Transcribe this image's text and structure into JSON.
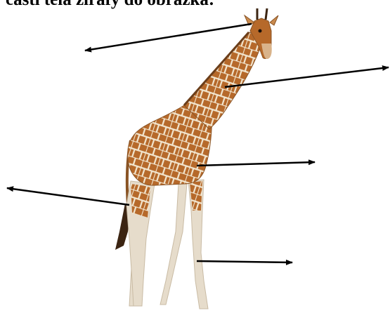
{
  "heading": {
    "text": "časti tela žirafy do obrázka:"
  },
  "colors": {
    "background": "#ffffff",
    "arrow": "#000000",
    "giraffe_coat": "#b6692a",
    "giraffe_lines": "#f2e6cf",
    "giraffe_legs": "#e6dccb",
    "giraffe_dark": "#3b2412"
  },
  "labels": [
    "",
    "",
    "",
    "",
    ""
  ],
  "icons": [
    "giraffe-illustration",
    "arrow-head"
  ]
}
